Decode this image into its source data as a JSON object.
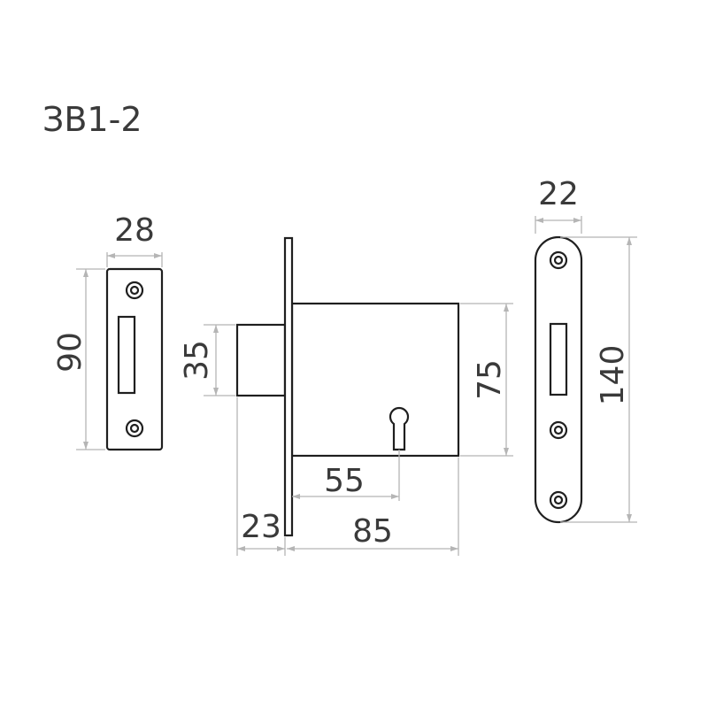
{
  "title": "ЗВ1-2",
  "dimensions": {
    "strike_width": "28",
    "strike_height": "90",
    "bolt_height": "35",
    "body_height": "75",
    "backset": "55",
    "bolt_throw": "23",
    "body_depth": "85",
    "faceplate_width": "22",
    "faceplate_height": "140"
  }
}
